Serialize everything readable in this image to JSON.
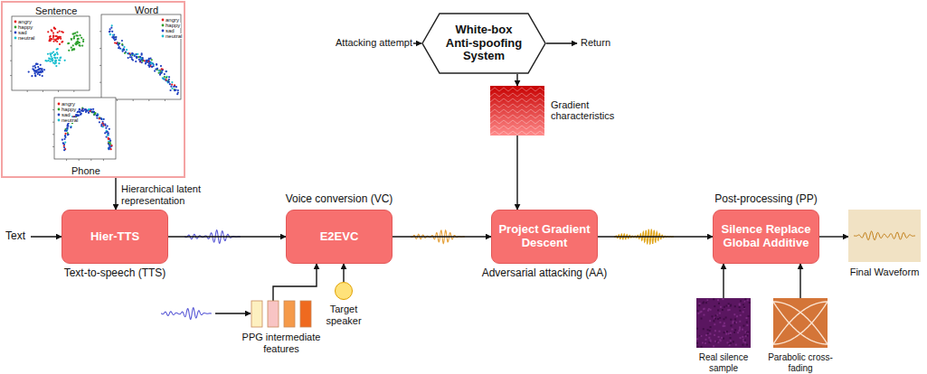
{
  "diagram": {
    "nodes": [
      {
        "text": [
          "Sentence",
          "Word",
          "Phone"
        ]
      },
      {
        "text": [
          "Hier-TTS",
          "Text-to-speech (TTS)"
        ]
      },
      {
        "text": [
          "E2EVC",
          "Voice conversion (VC)"
        ]
      },
      {
        "text": [
          "Project Gradient Descent",
          "Adversarial attacking (AA)"
        ]
      },
      {
        "text": [
          "Silence Replace Global Additive",
          "Post-processing (PP)"
        ]
      },
      {
        "text": [
          "White-box Anti-spoofing System"
        ]
      },
      {
        "text": [
          "Gradient characteristics"
        ]
      },
      {
        "text": [
          "Target speaker"
        ]
      },
      {
        "text": [
          "PPG intermediate features"
        ]
      },
      {
        "text": [
          "Real silence sample"
        ]
      },
      {
        "text": [
          "Parabolic cross-fading"
        ]
      },
      {
        "text": [
          "Final Waveform"
        ]
      }
    ],
    "edges": [
      {
        "from": 0,
        "to": 1,
        "label": "Hierarchical latent representation",
        "arrow": "to"
      },
      {
        "from": 1,
        "to": 2,
        "arrow": "to"
      },
      {
        "from": 2,
        "to": 3,
        "arrow": "to"
      },
      {
        "from": 3,
        "to": 4,
        "arrow": "to"
      },
      {
        "from": 4,
        "to": 11,
        "arrow": "to"
      },
      {
        "from": 8,
        "to": 2,
        "arrow": "to"
      },
      {
        "from": 7,
        "to": 2,
        "arrow": "to"
      },
      {
        "from": 5,
        "to": 6,
        "arrow": "to"
      },
      {
        "from": 6,
        "to": 3,
        "arrow": "to"
      },
      {
        "from": 9,
        "to": 4,
        "arrow": "to"
      },
      {
        "from": 10,
        "to": 4,
        "arrow": "to"
      }
    ],
    "labels": [
      "Text",
      "Attacking attempt",
      "Return",
      "angry",
      "happy",
      "sad",
      "neutral",
      "angry",
      "happy",
      "sad",
      "neutral",
      "angry",
      "happy",
      "sad",
      "neutral"
    ]
  }
}
